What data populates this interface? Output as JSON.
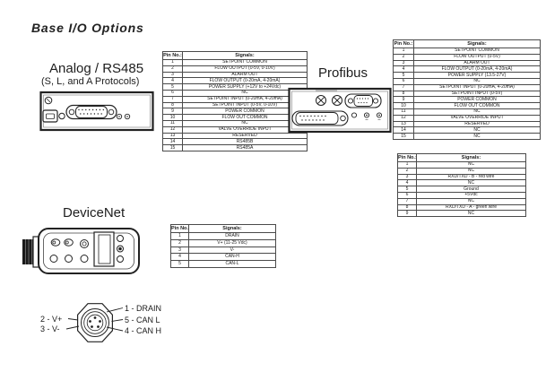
{
  "page": {
    "title": "Base I/O Options"
  },
  "analog": {
    "heading": "Analog / RS485",
    "subheading": "(S, L, and A Protocols)",
    "pinout": {
      "headers": [
        "Pin No.:",
        "Signals:"
      ],
      "rows": [
        [
          "1",
          "SETPOINT COMMON"
        ],
        [
          "2",
          "FLOW OUTPUT (0-5V, 0-10V)"
        ],
        [
          "3",
          "ALARM OUT"
        ],
        [
          "4",
          "FLOW OUTPUT (0-20mA, 4-20mA)"
        ],
        [
          "5",
          "POWER SUPPLY (+12V to +24Vdc)"
        ],
        [
          "6",
          "NC"
        ],
        [
          "7",
          "SETPOINT INPUT (0-20mA, 4-20mA)"
        ],
        [
          "8",
          "SETPOINT INPUT (0-5V, 0-10V)"
        ],
        [
          "9",
          "POWER COMMON"
        ],
        [
          "10",
          "FLOW OUT COMMON"
        ],
        [
          "11",
          "NC"
        ],
        [
          "12",
          "VALVE OVERRIDE INPUT"
        ],
        [
          "13",
          "RESERVED"
        ],
        [
          "14",
          "RS485B"
        ],
        [
          "15",
          "RS485A"
        ]
      ]
    }
  },
  "profibus": {
    "heading": "Profibus",
    "pinout": {
      "headers": [
        "Pin No.:",
        "Signals:"
      ],
      "rows": [
        [
          "1",
          "SETPOINT COMMON"
        ],
        [
          "2",
          "FLOW OUTPUT (0-5V)"
        ],
        [
          "3",
          "ALARM OUT"
        ],
        [
          "4",
          "FLOW OUTPUT (0-20mA, 4-20mA)"
        ],
        [
          "5",
          "POWER SUPPLY (13.5-27V)"
        ],
        [
          "6",
          "NC"
        ],
        [
          "7",
          "SETPOINT INPUT (0-20mA, 4-20mA)"
        ],
        [
          "8",
          "SETPOINT INPUT (0-5V)"
        ],
        [
          "9",
          "POWER COMMON"
        ],
        [
          "10",
          "FLOW OUT COMMON"
        ],
        [
          "11",
          "NC"
        ],
        [
          "12",
          "VALVE OVERRIDE INPUT"
        ],
        [
          "13",
          "RESERVED"
        ],
        [
          "14",
          "NC"
        ],
        [
          "15",
          "NC"
        ]
      ]
    },
    "serial_pinout": {
      "headers": [
        "Pin No.:",
        "Signals:"
      ],
      "rows": [
        [
          "1",
          "NC"
        ],
        [
          "2",
          "NC"
        ],
        [
          "3",
          "RXD/TXD - B - red wire"
        ],
        [
          "4",
          "NC"
        ],
        [
          "5",
          "Ground"
        ],
        [
          "6",
          "+5Vdc"
        ],
        [
          "7",
          "NC"
        ],
        [
          "8",
          "RXD/TXD - A - green wire"
        ],
        [
          "9",
          "NC"
        ]
      ]
    }
  },
  "devicenet": {
    "heading": "DeviceNet",
    "pinout": {
      "headers": [
        "Pin No.:",
        "Signals:"
      ],
      "rows": [
        [
          "1",
          "DRAIN"
        ],
        [
          "2",
          "V+ (11-25 Vdc)"
        ],
        [
          "3",
          "V-"
        ],
        [
          "4",
          "CAN-H"
        ],
        [
          "5",
          "CAN-L"
        ]
      ]
    },
    "connector_labels": {
      "left": [
        "2 - V+",
        "3 - V-"
      ],
      "right": [
        "1 - DRAIN",
        "5 - CAN L",
        "4 - CAN H"
      ]
    }
  }
}
